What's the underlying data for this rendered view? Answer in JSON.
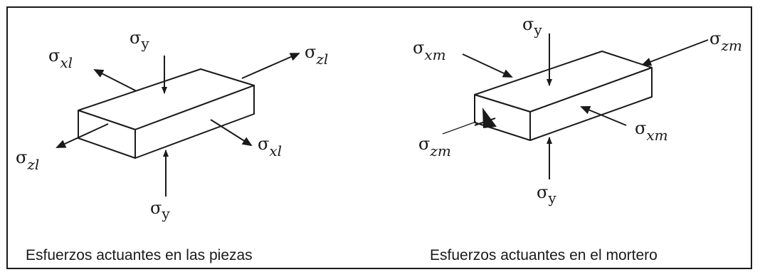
{
  "captions": {
    "left": "Esfuerzos actuantes en las piezas",
    "right": "Esfuerzos actuantes en el mortero"
  },
  "symbols": {
    "sigma": "σ",
    "y": "y",
    "xl": "xl",
    "zl": "zl",
    "xm": "xm",
    "zm": "zm"
  },
  "colors": {
    "ink": "#1a1a1a",
    "background": "#ffffff"
  }
}
